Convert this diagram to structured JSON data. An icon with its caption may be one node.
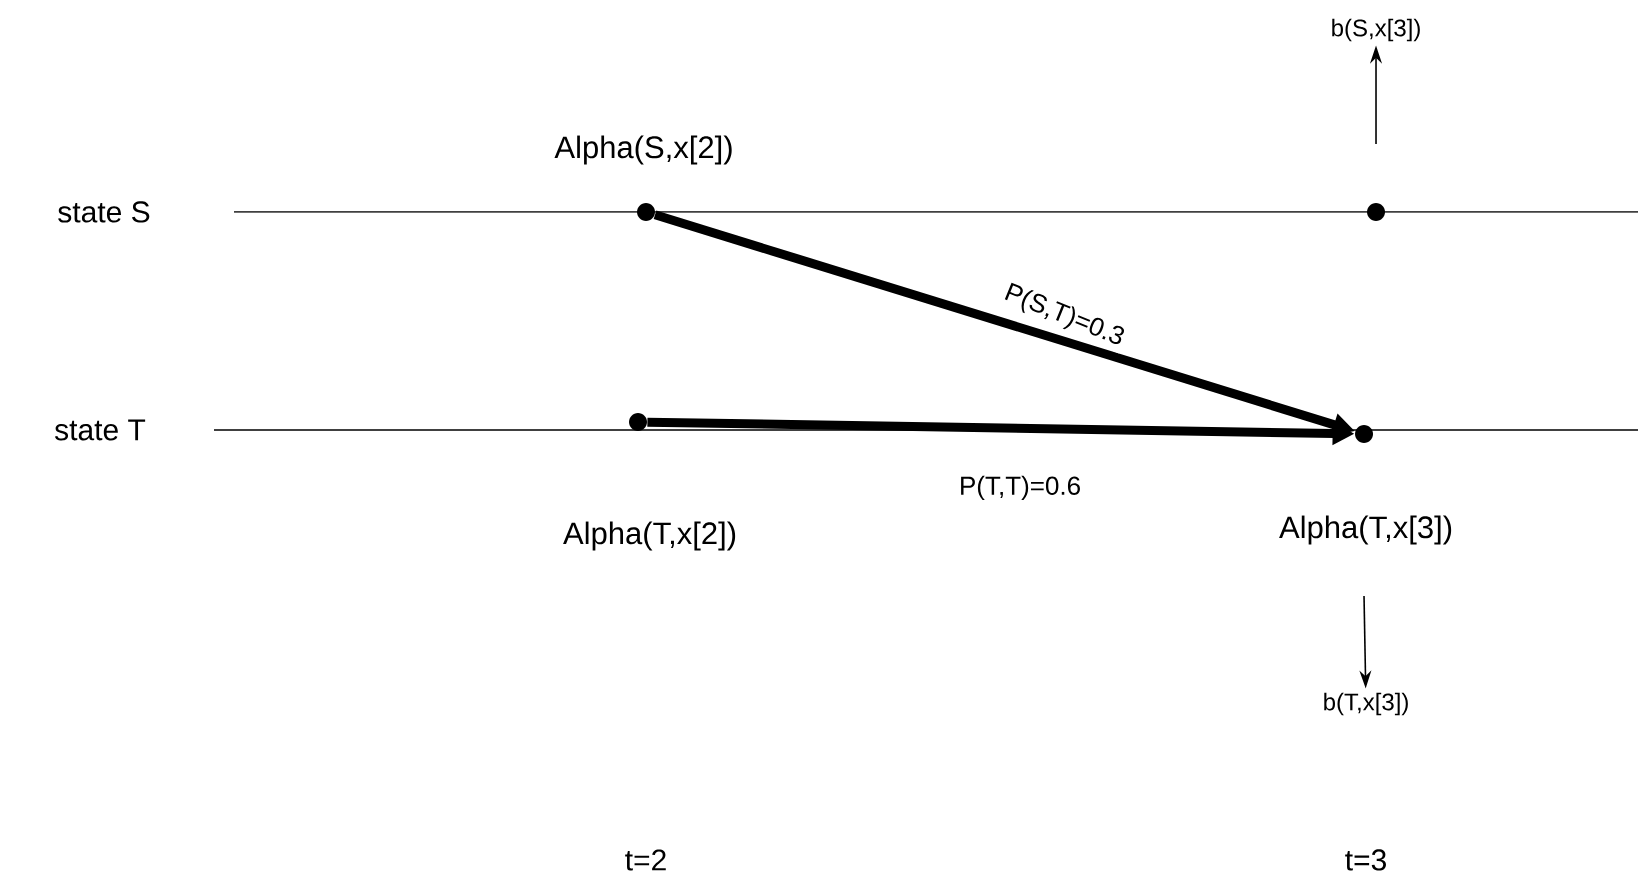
{
  "diagram": {
    "nodes": [
      {
        "text": [],
        "shape": "circle",
        "beside": [
          "Alpha(S,x[2])"
        ]
      },
      {
        "text": [],
        "shape": "circle"
      },
      {
        "text": [],
        "shape": "circle",
        "beside": [
          "Alpha(T,x[2])"
        ]
      },
      {
        "text": [],
        "shape": "circle",
        "beside": [
          "Alpha(T,x[3])"
        ]
      },
      {
        "text": [
          "b(S,x[3])"
        ]
      },
      {
        "text": [
          "b(T,x[3])"
        ]
      }
    ],
    "edges": [
      {
        "from": 0,
        "to": 3,
        "arrow": "to",
        "label": "P(S,T)=0.3",
        "style": "thick"
      },
      {
        "from": 2,
        "to": 3,
        "arrow": "to",
        "label": "P(T,T)=0.6",
        "style": "thick"
      },
      {
        "from": null,
        "to": 4,
        "arrow": "to"
      },
      {
        "from": null,
        "to": 5,
        "arrow": "to"
      }
    ],
    "labels": [
      "state S",
      "state T",
      "t=2",
      "t=3"
    ]
  }
}
